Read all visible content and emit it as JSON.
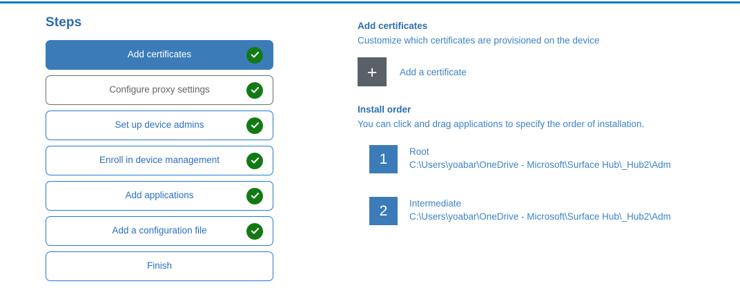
{
  "theme": {
    "accent_blue": "#0078c8",
    "active_step_blue": "#3b7cb8",
    "link_blue": "#3d83c6",
    "heading_blue": "#2b6cb0",
    "check_green": "#137a13",
    "plus_tile_gray": "#5a6067",
    "hover_gray": "#636363"
  },
  "steps_panel": {
    "heading": "Steps",
    "items": [
      {
        "label": "Add certificates",
        "state": "active",
        "completed": true
      },
      {
        "label": "Configure proxy settings",
        "state": "hovered",
        "completed": true
      },
      {
        "label": "Set up device admins",
        "state": "default",
        "completed": true
      },
      {
        "label": "Enroll in device management",
        "state": "default",
        "completed": true
      },
      {
        "label": "Add applications",
        "state": "default",
        "completed": true
      },
      {
        "label": "Add a configuration file",
        "state": "default",
        "completed": true
      },
      {
        "label": "Finish",
        "state": "default",
        "completed": false
      }
    ]
  },
  "detail_panel": {
    "certificates": {
      "title": "Add certificates",
      "subtitle": "Customize which certificates are provisioned on the device",
      "add_button_label": "Add a certificate",
      "add_button_icon": "plus-icon"
    },
    "install_order": {
      "title": "Install order",
      "subtitle": "You can click and drag applications to specify the order of installation.",
      "items": [
        {
          "index": "1",
          "name": "Root",
          "path": "C:\\Users\\yoabar\\OneDrive - Microsoft\\Surface Hub\\_Hub2\\Adm"
        },
        {
          "index": "2",
          "name": "Intermediate",
          "path": "C:\\Users\\yoabar\\OneDrive - Microsoft\\Surface Hub\\_Hub2\\Adm"
        }
      ]
    }
  }
}
